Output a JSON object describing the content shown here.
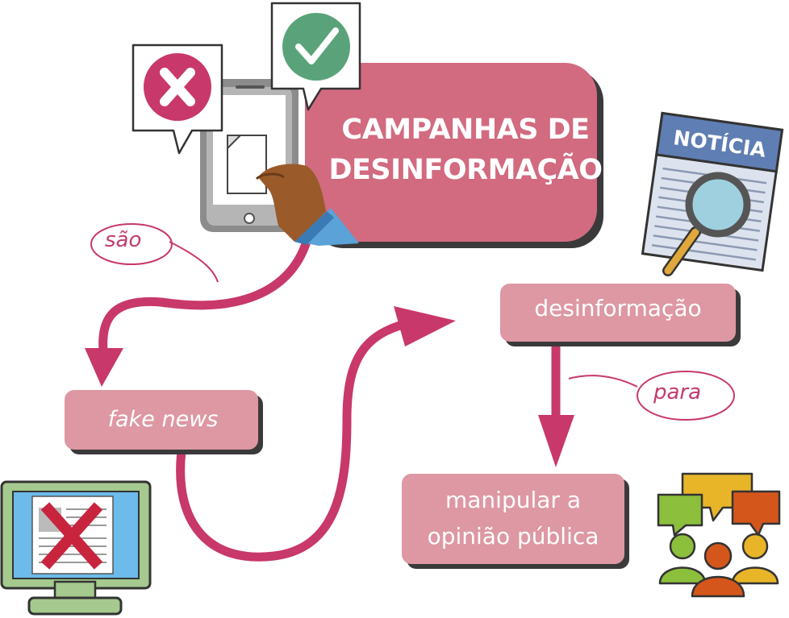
{
  "title": {
    "line1": "CAMPANHAS DE",
    "line2": "DESINFORMAÇÃO"
  },
  "nodes": {
    "fake_news": "fake news",
    "desinformacao": "desinformação",
    "manipular_line1": "manipular a",
    "manipular_line2": "opinião pública"
  },
  "connectors": {
    "sao": "são",
    "para": "para"
  },
  "noticia_label": "NOTÍCIA",
  "icons": [
    "x-icon",
    "check-icon",
    "smartphone-icon",
    "hand-icon",
    "newspaper-icon",
    "magnifier-icon",
    "monitor-icon",
    "crowd-icon"
  ],
  "colors": {
    "title_box": "#d26a80",
    "node_box": "#dd98a3",
    "arrow": "#c8386a",
    "x_red": "#c8386a",
    "check_green": "#5aa37a",
    "newspaper_header": "#5f7eb3"
  }
}
